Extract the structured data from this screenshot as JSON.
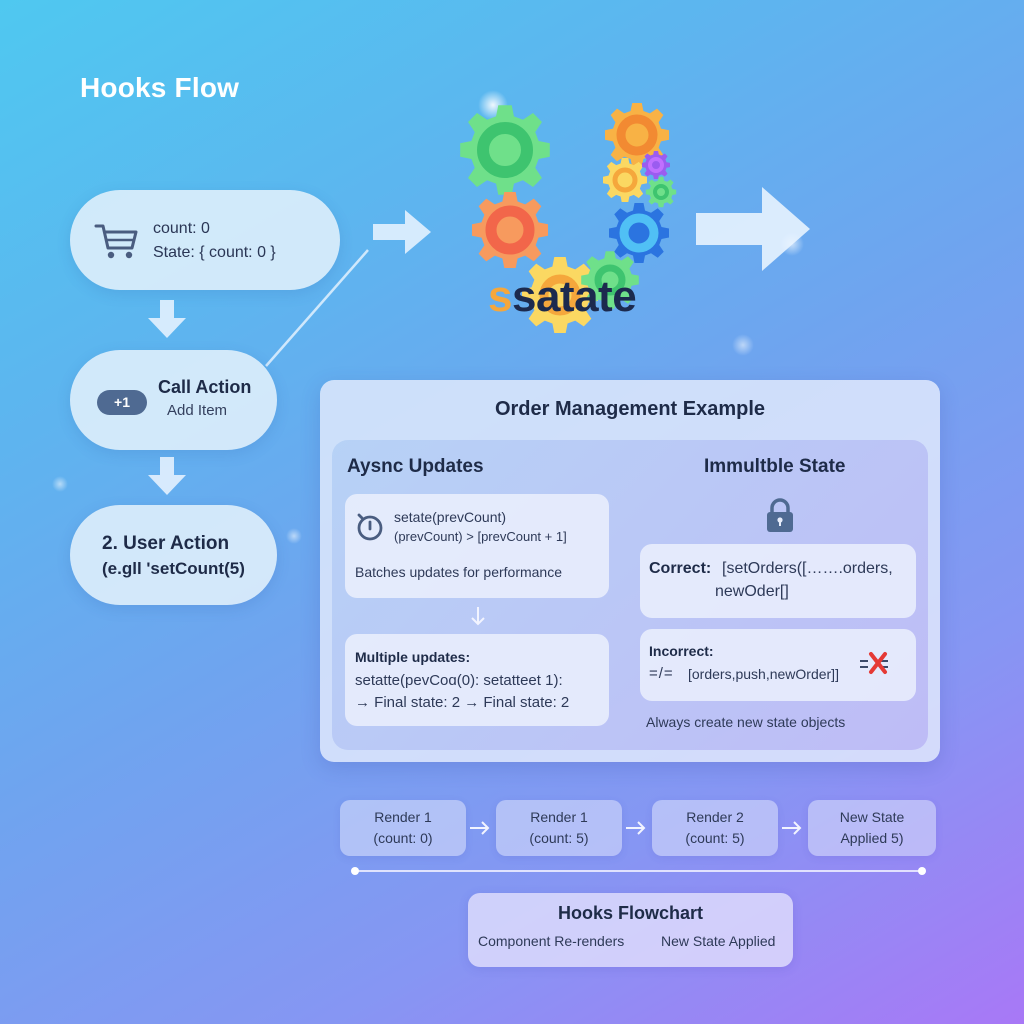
{
  "title": "Hooks Flow",
  "flow": {
    "state_node": {
      "icon": "cart-icon",
      "line1": "count: 0",
      "line2": "State: { count: 0 }"
    },
    "action_node": {
      "badge": "+1",
      "title": "Call Action",
      "subtitle": "Add Item"
    },
    "user_node": {
      "title": "2. User Action",
      "subtitle": "(e.gll 'setCount(5)"
    }
  },
  "logo": {
    "icon": "gears-icon",
    "text_prefix": "s",
    "text_main": "satate"
  },
  "panel": {
    "title": "Order Management Example",
    "async": {
      "title": "Aysnc Updates",
      "card1": {
        "icon": "timer-icon",
        "line1": "setate(prevCount)",
        "line2": "(prevCount) > [prevCount + 1]",
        "note": "Batches updates for performance"
      },
      "card2": {
        "heading": "Multiple updates:",
        "line1": "setatte(pevCoɑ(0): setatteet 1):",
        "line2": "→ Final state: 2 → Final state: 2"
      }
    },
    "immutable": {
      "title": "Immultble State",
      "icon": "lock-icon",
      "correct": {
        "label": "Correct:",
        "line1": "[setOrders([…….orders,",
        "line2": "newOder[]"
      },
      "incorrect": {
        "label": "Incorrect:",
        "prefix": "=/=",
        "code": "[orders,push,newOrder]]",
        "suffix": "=/="
      },
      "note": "Always create new state objects"
    }
  },
  "renders": [
    {
      "line1": "Render 1",
      "line2": "(count: 0)"
    },
    {
      "line1": "Render 1",
      "line2": "(count: 5)"
    },
    {
      "line1": "Render 2",
      "line2": "(count: 5)"
    },
    {
      "line1": "New State",
      "line2": "Applied 5)"
    }
  ],
  "legend": {
    "title": "Hooks Flowchart",
    "left": "Component Re-renders",
    "right": "New State Applied"
  },
  "colors": {
    "bg_top_left": "#4fc8f0",
    "bg_bottom_right": "#a878f6",
    "text_dark": "#1e2b48",
    "badge": "#4f6a92",
    "error_red": "#e53935"
  }
}
